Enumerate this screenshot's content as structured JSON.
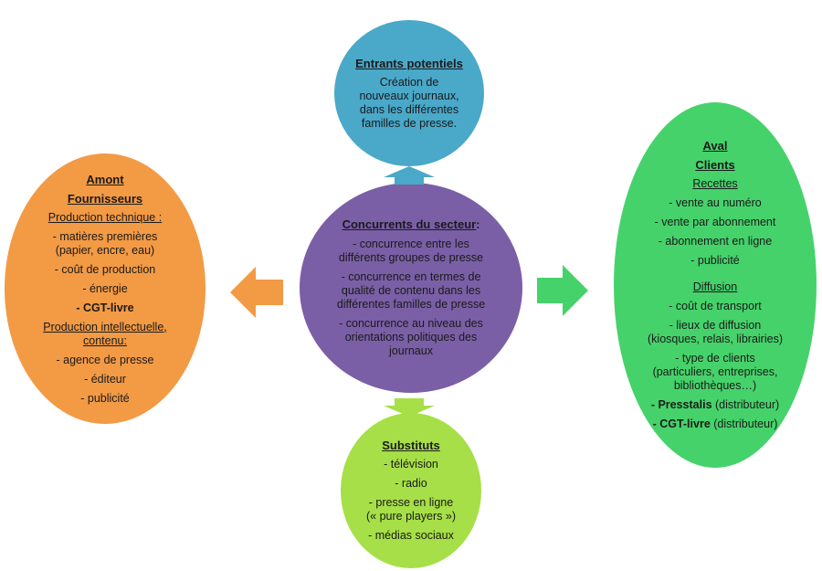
{
  "colors": {
    "entrants": "#4aa8c9",
    "amont": "#f39a45",
    "center": "#7a5fa6",
    "aval": "#46d26b",
    "substituts": "#a6df47"
  },
  "entrants": {
    "title": "Entrants potentiels",
    "lines": [
      "Création de",
      "nouveaux journaux,",
      "dans les différentes",
      "familles de presse."
    ]
  },
  "amont": {
    "title": "Amont",
    "subtitle": "Fournisseurs",
    "section1": "Production technique :",
    "items1": [
      "- matières premières",
      "(papier, encre, eau)",
      "- coût de production",
      "- énergie",
      "- CGT-livre"
    ],
    "section2_line1": "Production intellectuelle,",
    "section2_line2": "contenu:",
    "items2": [
      "- agence de presse",
      "- éditeur",
      "- publicité"
    ]
  },
  "center": {
    "title": "Concurrents du secteur",
    "title_suffix": ":",
    "items": [
      [
        "- concurrence entre les",
        "différents groupes de presse"
      ],
      [
        "- concurrence en termes de",
        "qualité de contenu dans les",
        "différentes familles de presse"
      ],
      [
        "- concurrence au niveau des",
        "orientations politiques des",
        "journaux"
      ]
    ]
  },
  "aval": {
    "title": "Aval",
    "subtitle": "Clients",
    "section1": "Recettes",
    "items1": [
      "- vente au numéro",
      "- vente par abonnement",
      "- abonnement  en ligne",
      "- publicité"
    ],
    "section2": "Diffusion",
    "items2": [
      "- coût de transport",
      "- lieux de diffusion",
      "(kiosques, relais, librairies)",
      "- type de clients",
      "(particuliers, entreprises,",
      "bibliothèques…)"
    ],
    "presstalis_bold": "- Presstalis",
    "presstalis_rest": " (distributeur)",
    "cgt_bold": "- CGT-livre",
    "cgt_rest": " (distributeur)"
  },
  "substituts": {
    "title": "Substituts",
    "items": [
      "- télévision",
      "- radio",
      "- presse en ligne",
      "(« pure players »)",
      "- médias sociaux"
    ]
  }
}
